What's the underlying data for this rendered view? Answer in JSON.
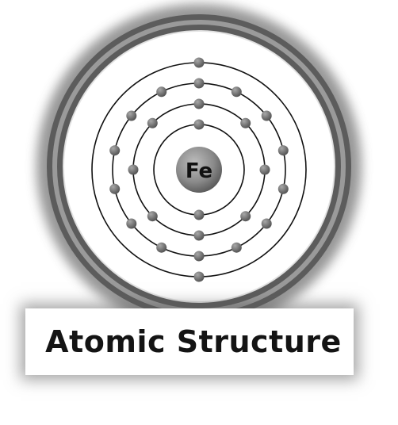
{
  "title": "Atomic Structure",
  "element_symbol": "Fe",
  "shells": [
    {
      "shell": 1,
      "electrons": 2
    },
    {
      "shell": 2,
      "electrons": 8
    },
    {
      "shell": 3,
      "electrons": 14
    },
    {
      "shell": 4,
      "electrons": 2
    }
  ],
  "colors": {
    "ring": "#6e6e6e",
    "nucleus": "#8a8a8a",
    "electron": "#7a7a7a",
    "orbit": "#111111",
    "background": "#ffffff"
  }
}
